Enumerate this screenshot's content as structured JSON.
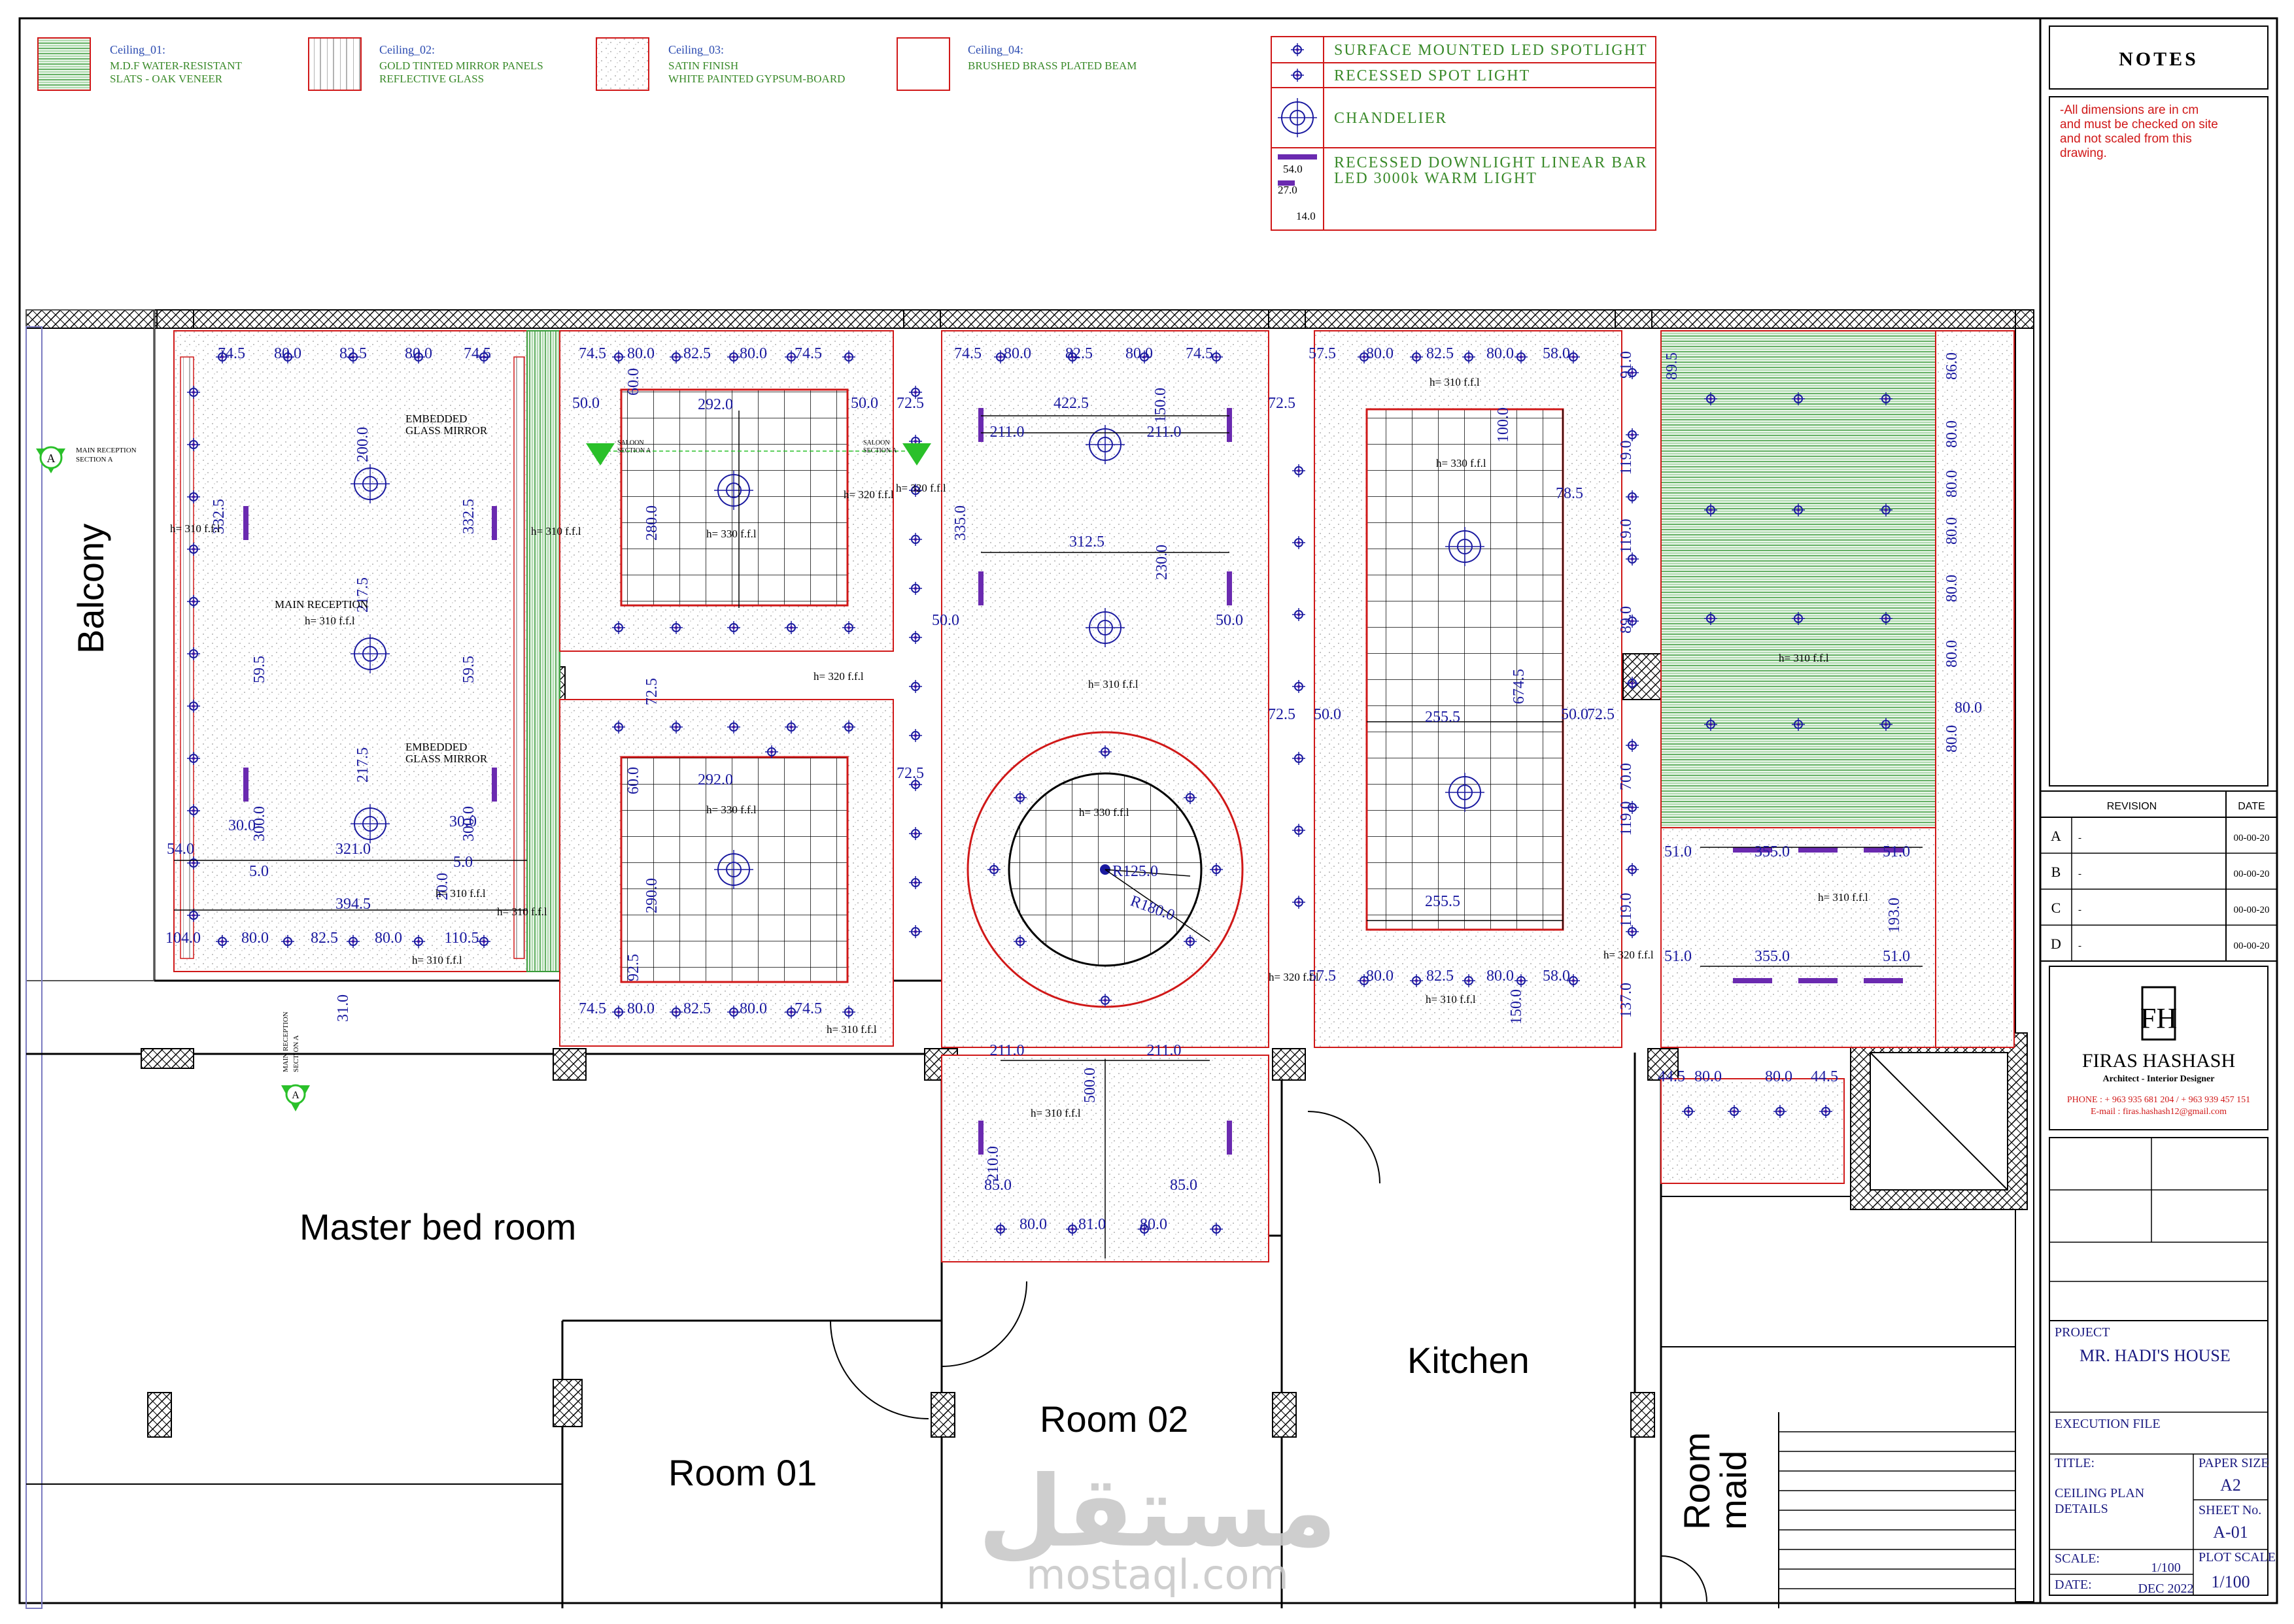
{
  "legend": {
    "ceilings": [
      {
        "code": "Ceiling_01:",
        "line1": "M.D.F WATER-RESISTANT",
        "line2": "SLATS - OAK VENEER"
      },
      {
        "code": "Ceiling_02:",
        "line1": "GOLD TINTED MIRROR PANELS",
        "line2": "REFLECTIVE GLASS"
      },
      {
        "code": "Ceiling_03:",
        "line1": "SATIN FINISH",
        "line2": "WHITE PAINTED GYPSUM-BOARD"
      },
      {
        "code": "Ceiling_04:",
        "line1": "BRUSHED BRASS PLATED BEAM",
        "line2": ""
      }
    ],
    "lights": [
      {
        "label": "SURFACE MOUNTED LED SPOTLIGHT"
      },
      {
        "label": "RECESSED SPOT LIGHT"
      },
      {
        "label": "CHANDELIER"
      },
      {
        "label": "RECESSED DOWNLIGHT LINEAR BAR",
        "label2": "LED 3000k WARM LIGHT",
        "dims": [
          "54.0",
          "27.0",
          "14.0"
        ]
      }
    ]
  },
  "notes": {
    "title": "NOTES",
    "lines": [
      "-All dimensions are in cm",
      "and must be checked on site",
      "and not scaled from this",
      "drawing."
    ]
  },
  "revision": {
    "headers": [
      "REVISION",
      "DATE"
    ],
    "rows": [
      {
        "letter": "A",
        "desc": "-",
        "date": "00-00-20"
      },
      {
        "letter": "B",
        "desc": "-",
        "date": "00-00-20"
      },
      {
        "letter": "C",
        "desc": "-",
        "date": "00-00-20"
      },
      {
        "letter": "D",
        "desc": "-",
        "date": "00-00-20"
      }
    ]
  },
  "company": {
    "monogram": "FH",
    "name": "FIRAS HASHASH",
    "tagline": "Architect - Interior Designer",
    "phone": "PHONE : + 963 935 681 204 / + 963 939 457 151",
    "email": "E-mail : firas.hashash12@gmail.com"
  },
  "titleblock": {
    "project_label": "PROJECT",
    "project_name": "MR. HADI'S HOUSE",
    "status": "EXECUTION FILE",
    "title_label": "TITLE:",
    "title_line1": "CEILING PLAN",
    "title_line2": "DETAILS",
    "paper_label": "PAPER SIZE",
    "paper_value": "A2",
    "sheet_label": "SHEET No.",
    "sheet_value": "A-01",
    "scale_label": "SCALE:",
    "scale_value": "1/100",
    "plot_label": "PLOT SCALE",
    "plot_value": "1/100",
    "date_label": "DATE:",
    "date_value": "DEC 2022"
  },
  "rooms": {
    "balcony": "Balcony",
    "master": "Master bed room",
    "room01": "Room 01",
    "room02": "Room 02",
    "kitchen": "Kitchen",
    "maid_line1": "Room",
    "maid_line2": "maid"
  },
  "plan_labels": {
    "main_reception": "MAIN RECEPTION",
    "mirror1_line1": "EMBEDDED",
    "mirror1_line2": "GLASS MIRROR",
    "section_main_line1": "MAIN RECEPTION",
    "section_main_line2": "SECTION A",
    "section_saloon_line1": "SALOON",
    "section_saloon_line2": "SECTION A",
    "section_letter": "A"
  },
  "heights": {
    "h310": "h= 310 f.f.l",
    "h320": "h= 320 f.f.l",
    "h330": "h= 330 f.f.l"
  },
  "dimensions": {
    "top_left": [
      "74.5",
      "80.0",
      "82.5",
      "80.0",
      "74.5"
    ],
    "top_mid": [
      "74.5",
      "80.0",
      "82.5",
      "80.0",
      "74.5"
    ],
    "top_center": [
      "74.5",
      "80.0",
      "82.5",
      "80.0",
      "74.5"
    ],
    "top_right": [
      "57.5",
      "80.0",
      "82.5",
      "80.0",
      "58.0"
    ],
    "bottom_left": [
      "104.0",
      "80.0",
      "82.5",
      "80.0",
      "110.5"
    ],
    "bottom_mid": [
      "74.5",
      "80.0",
      "82.5",
      "80.0",
      "74.5"
    ],
    "bottom_right": [
      "57.5",
      "80.0",
      "82.5",
      "80.0",
      "58.0"
    ],
    "lower_center": [
      "80.0",
      "81.0",
      "80.0"
    ],
    "kitchen_top": [
      "44.5",
      "80.0",
      "80.0",
      "44.5"
    ],
    "right_col": [
      "91.0",
      "119.0",
      "119.0",
      "89.0",
      "70.0",
      "119.0",
      "119.0",
      "137.0"
    ],
    "green_col": [
      "86.0",
      "80.0",
      "80.0",
      "80.0",
      "80.0",
      "80.0",
      "80.0"
    ],
    "misc": {
      "d422": "422.5",
      "d211a": "211.0",
      "d211b": "211.0",
      "d312": "312.5",
      "d292a": "292.0",
      "d292b": "292.0",
      "d280": "280.0",
      "d290": "290.0",
      "d335": "335.0",
      "d332a": "332.5",
      "d332b": "332.5",
      "d200": "200.0",
      "d217a": "217.5",
      "d217b": "217.5",
      "d595a": "59.5",
      "d595b": "59.5",
      "d300a": "300.0",
      "d300b": "300.0",
      "d321": "321.0",
      "d3945": "394.5",
      "d2555a": "255.5",
      "d2555b": "255.5",
      "d6745": "674.5",
      "d3550a": "355.0",
      "d3550b": "355.0",
      "d510a": "51.0",
      "d510b": "51.0",
      "d510c": "51.0",
      "d510d": "51.0",
      "d1930": "193.0",
      "d500": "500.0",
      "d2110c": "211.0",
      "d2110d": "211.0",
      "d2100": "210.0",
      "d850a": "85.0",
      "d850b": "85.0",
      "r125": "R125.0",
      "r180": "R180.0",
      "d150": "150.0",
      "d230": "230.0",
      "d100": "100.0",
      "d785": "78.5",
      "d725a": "72.5",
      "d725b": "72.5",
      "d725c": "72.5",
      "d725d": "72.5",
      "d725e": "72.5",
      "d725f": "72.5",
      "d500a": "50.0",
      "d500b": "50.0",
      "d500c": "50.0",
      "d500d": "50.0",
      "d500e": "50.0",
      "d500f": "50.0",
      "d895": "89.5",
      "d800r": "80.0",
      "d600a": "60.0",
      "d600b": "60.0",
      "d925": "92.5",
      "d310": "31.0",
      "d540": "54.0",
      "d300c": "30.0",
      "d300d": "30.0",
      "d200e": "20.0",
      "d50a": "5.0",
      "d50b": "5.0",
      "d1500": "150.0"
    }
  },
  "watermark": {
    "arabic": "مستقل",
    "latin": "mostaql.com"
  }
}
